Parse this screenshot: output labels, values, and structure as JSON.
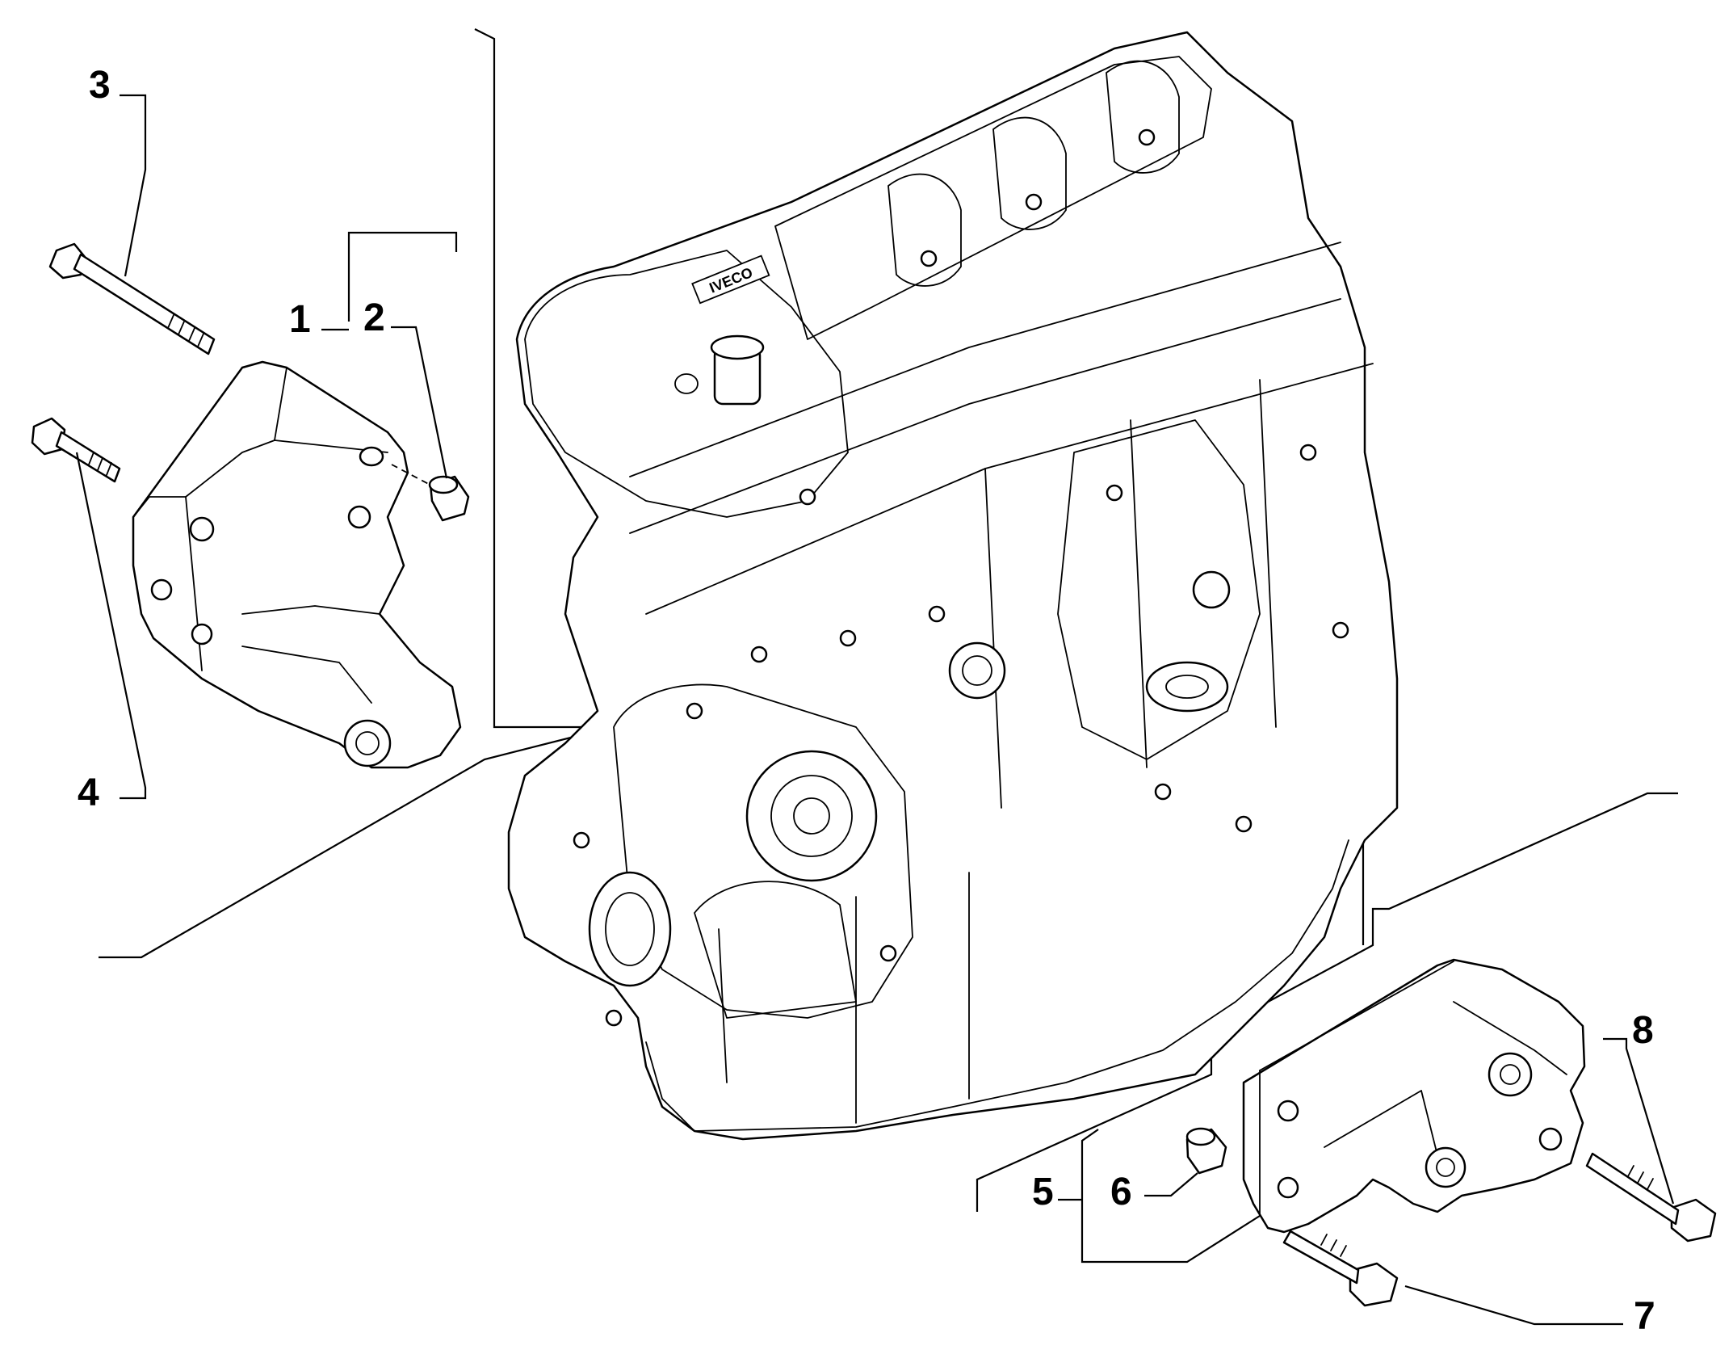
{
  "callouts": [
    "1",
    "2",
    "3",
    "4",
    "5",
    "6",
    "7",
    "8"
  ],
  "engine_logo_text": "IVECO"
}
